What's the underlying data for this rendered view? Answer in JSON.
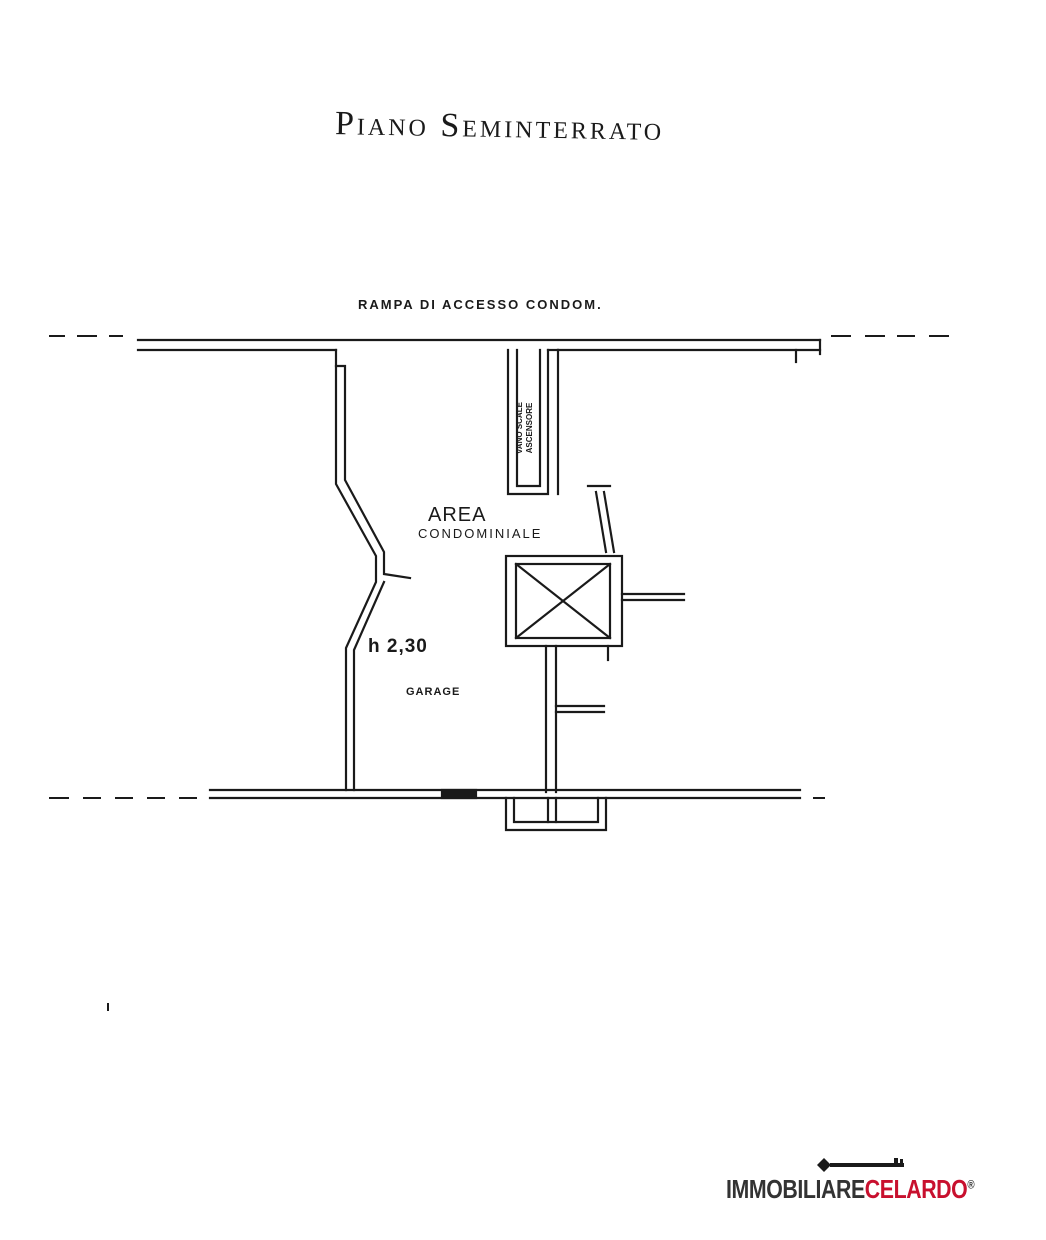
{
  "plan": {
    "title": "Piano Seminterrato",
    "ramp_label": "RAMPA DI ACCESSO CONDOM.",
    "area_label_line1": "AREA",
    "area_label_line2": "CONDOMINIALE",
    "stair_label_line1": "VANO SCALE",
    "stair_label_line2": "ASCENSORE",
    "height_label": "h 2,30",
    "garage_label": "GARAGE"
  },
  "logo": {
    "part1": "IMMOBILIARE",
    "part2": "CELARDO",
    "registered": "®",
    "color_primary": "#333333",
    "color_accent": "#c8102e"
  }
}
